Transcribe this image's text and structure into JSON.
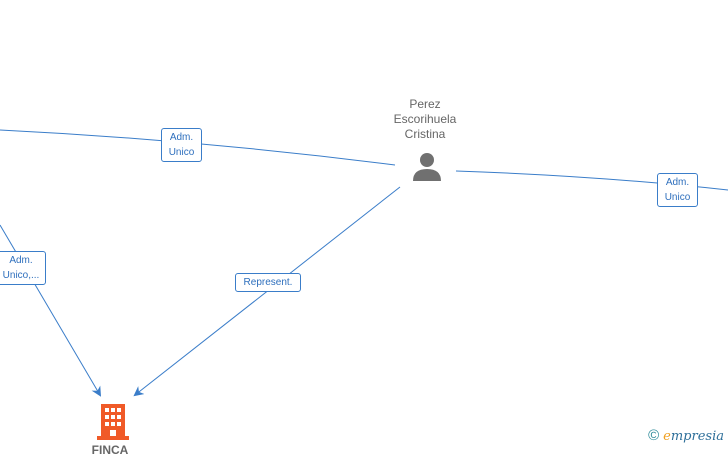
{
  "colors": {
    "edge": "#3a7dc9",
    "person_icon": "#707070",
    "company_icon": "#f05a28"
  },
  "nodes": {
    "person": {
      "name": "Perez\nEscorihuela\nCristina",
      "icon": "person-icon"
    },
    "company": {
      "name": "FINCA",
      "icon": "building-icon"
    }
  },
  "edges": [
    {
      "label": "Adm.\nUnico"
    },
    {
      "label": "Adm.\nUnico"
    },
    {
      "label": "Adm.\nUnico,..."
    },
    {
      "label": "Represent."
    }
  ],
  "brand": {
    "copyright": "©",
    "first_letter": "e",
    "rest": "mpresia"
  }
}
